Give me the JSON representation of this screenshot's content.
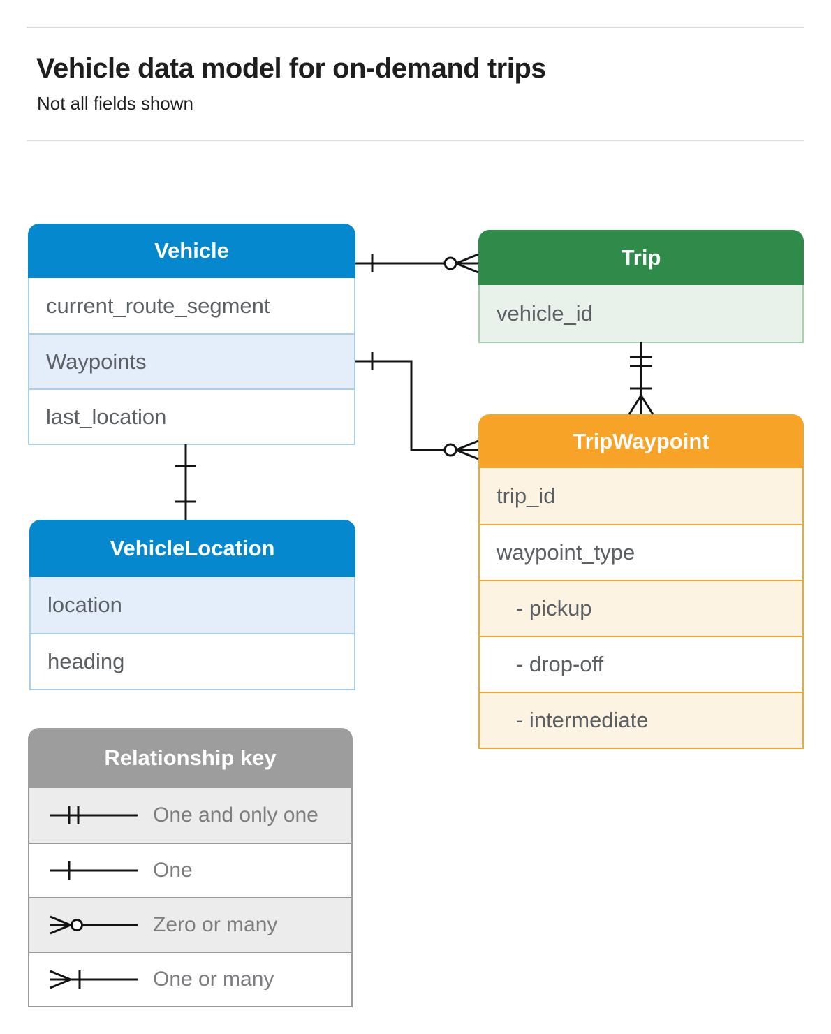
{
  "page": {
    "title": "Vehicle data model for on-demand trips",
    "subtitle": "Not all fields shown"
  },
  "entities": {
    "vehicle": {
      "title": "Vehicle",
      "fields": [
        "current_route_segment",
        "Waypoints",
        "last_location"
      ]
    },
    "trip": {
      "title": "Trip",
      "fields": [
        "vehicle_id"
      ]
    },
    "trip_waypoint": {
      "title": "TripWaypoint",
      "fields": [
        "trip_id",
        "waypoint_type",
        "- pickup",
        "- drop-off",
        "- intermediate"
      ]
    },
    "vehicle_location": {
      "title": "VehicleLocation",
      "fields": [
        "location",
        "heading"
      ]
    }
  },
  "legend": {
    "title": "Relationship key",
    "items": [
      "One and only one",
      "One",
      "Zero or many",
      "One or many"
    ]
  },
  "connectors": [
    {
      "from": "Vehicle",
      "to": "Trip",
      "from_end": "one",
      "to_end": "zero-or-many"
    },
    {
      "from": "Vehicle.Waypoints",
      "to": "TripWaypoint",
      "from_end": "one",
      "to_end": "zero-or-many"
    },
    {
      "from": "Trip",
      "to": "TripWaypoint",
      "from_end": "one-and-only-one",
      "to_end": "one-or-many"
    },
    {
      "from": "Vehicle",
      "to": "VehicleLocation",
      "from_end": "one",
      "to_end": "one"
    }
  ],
  "colors": {
    "blue_header": "#0688cf",
    "blue_tint": "#e4eefb",
    "blue_border": "#a8cfee",
    "green_header": "#2e8b49",
    "green_tint": "#e8f2ea",
    "green_border": "#a3cfaa",
    "orange_header": "#f7a328",
    "orange_tint": "#fdf3e3",
    "gray_header": "#9d9d9d",
    "gray_tint": "#ececec",
    "connector_line": "#141414",
    "field_text": "#5b6065"
  }
}
